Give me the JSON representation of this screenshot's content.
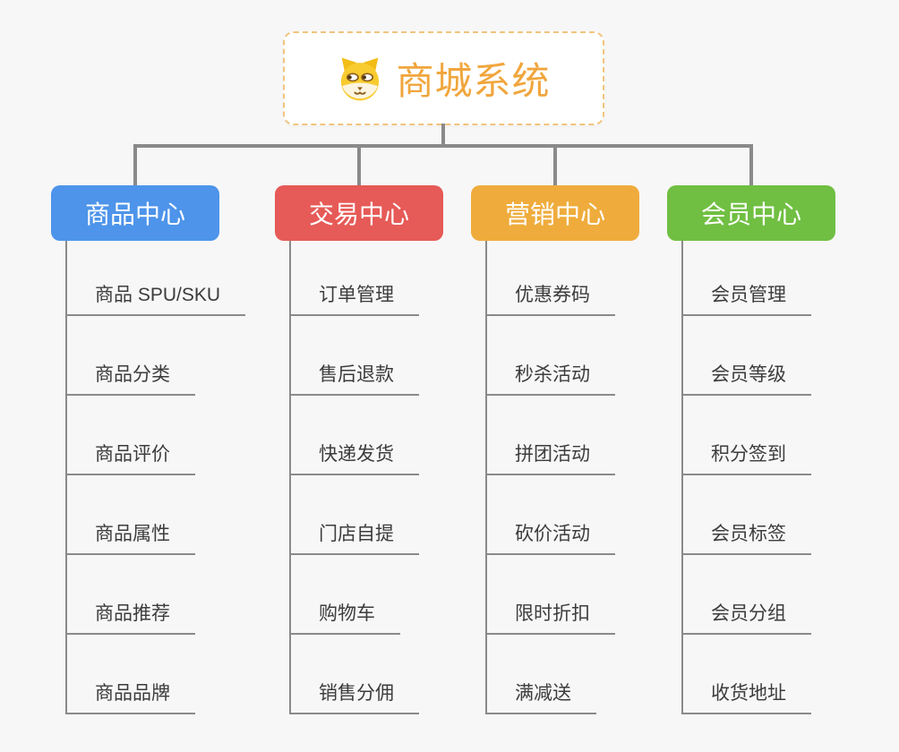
{
  "canvas": {
    "background": "#f7f7f7"
  },
  "root": {
    "title": "商城系统",
    "icon": "dog-face-icon",
    "title_color": "#f0a63d",
    "border_color": "#f2c47e"
  },
  "connector_color": "#8a8a8a",
  "branches": [
    {
      "label": "商品中心",
      "color": "#4d94ea",
      "children": [
        "商品 SPU/SKU",
        "商品分类",
        "商品评价",
        "商品属性",
        "商品推荐",
        "商品品牌"
      ]
    },
    {
      "label": "交易中心",
      "color": "#e65a57",
      "children": [
        "订单管理",
        "售后退款",
        "快递发货",
        "门店自提",
        "购物车",
        "销售分佣"
      ]
    },
    {
      "label": "营销中心",
      "color": "#efac3c",
      "children": [
        "优惠券码",
        "秒杀活动",
        "拼团活动",
        "砍价活动",
        "限时折扣",
        "满减送"
      ]
    },
    {
      "label": "会员中心",
      "color": "#70bf42",
      "children": [
        "会员管理",
        "会员等级",
        "积分签到",
        "会员标签",
        "会员分组",
        "收货地址"
      ]
    }
  ]
}
